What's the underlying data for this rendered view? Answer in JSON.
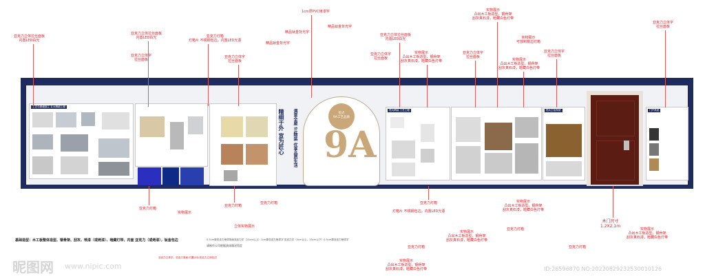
{
  "annotations": {
    "a1": "1cm厚PVC烤漆字",
    "a2": "精品钛金背光字",
    "a3": "精品钛金背光字",
    "a4": "精品钛金背光字",
    "a5": "亚克力立体拉丝面板\n内置LED白光",
    "a6": "亚克力立体拉丝面板\n内置LED白光",
    "a7": "亚克力立体字\n拉丝面板",
    "a8": "亚克力灯箱\n灯箱片 不锈钢包边，内置LED光源",
    "a9": "亚克力立体字\n拉丝面板",
    "a10": "亚克力立体拉丝面板\n内置LED白光",
    "a11": "亚克力立体字\n拉丝面板",
    "a12": "实物展示\n凸出木工板造型，钢骨架\n刮灰真石漆，暗藏白色灯带",
    "a13": "亚克力立体字\n拉丝面板",
    "a14": "实物展示\n凸出木工板造型，钢骨架\n刮灰真石漆，暗藏白色灯带",
    "a15": "实物展示\n凸出木工板造型，钢骨架\n刮灰真石漆，暗藏白色灯带",
    "a16": "实物展示\n可放制旁边灯箱",
    "a17": "亚克力立体字\n拉丝面板",
    "a18": "亚克力立体字\n拉丝面板",
    "a19": "亚克力灯箱",
    "a20": "实物展示",
    "a21": "亚克力灯箱",
    "a22": "立体实物展示",
    "a23": "灯箱片 不锈钢包边，内置LED光源",
    "a24": "亚克力灯箱",
    "a25": "实物展示\n凸出木工板造型，钢骨架\n刮灰真石漆，暗藏白色灯带",
    "a26": "实物展示\n凸出木工板造型，钢骨架\n刮灰真石漆，暗藏白色灯带",
    "a27": "亚克力灯箱",
    "a28": "木门尺寸\n1.2X2.1m",
    "a29": "亚克力灯箱",
    "a30": "实物展示\n凸出木工板造型，钢骨架\n刮灰真石漆，暗藏白色灯带",
    "a31": "实物展示\n凸出木工板造型，钢骨架\n刮灰真石漆，暗藏白色灯带",
    "a32": "亚克力灯箱",
    "a33": "亚克力灯箱"
  },
  "wall": {
    "slogan_left": "精细于外 宣为匠心",
    "slogan_right": "满意全屋 9A精装 优享品质生活",
    "circle_title": "恒大\n9A工艺品质",
    "big_mark": "9A",
    "panel1_title": "工艺与精细施工 五大精细工程",
    "panel3_title": "恒大精装 工艺工程",
    "panel5_title": "恒大卫浴系统",
    "panel7_title": "门户系统"
  },
  "bottom": {
    "base_label": "基础造型：木工板整体造型、钢骨架、刮灰、喷漆（或烤漆）、暗藏灯带，内面 亚克力（或烤漆），钛金包边",
    "spec_line": "0.5cm厚亚克力喷漆背面亚克力字（15cm以上）1cm厚亚克力喷漆字    亚克力字（5cm以上，15cm以下）0.5cm厚亚克力喷漆字",
    "note_line": "请制作公司根据具体情况而定",
    "bottom_small": "亚克力立体字，亚克力背面 内置LED/亚克力立体包边"
  },
  "watermark": {
    "logo": "昵图网",
    "url": "www.nipic.com",
    "id": "ID:26596870 NO:20220629232530010126"
  }
}
